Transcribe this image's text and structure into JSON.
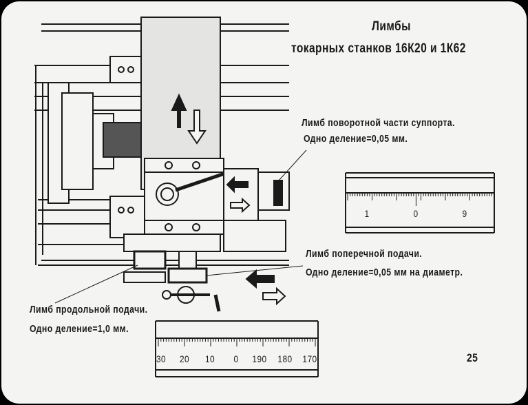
{
  "title": {
    "line1": "Лимбы",
    "line2": "токарных  станков 16К20 и 1К62"
  },
  "labels": {
    "rotary": {
      "name": "Лимб поворотной части суппорта.",
      "division": "Одно деление=0,05 мм."
    },
    "cross": {
      "name": "Лимб поперечной подачи.",
      "division": "Одно деление=0,05 мм на диаметр."
    },
    "longitudinal": {
      "name": "Лимб продольной подачи.",
      "division": "Одно деление=1,0 мм."
    }
  },
  "scale_rotary": {
    "ticks": [
      "1",
      "0",
      "9"
    ]
  },
  "scale_longitudinal": {
    "ticks": [
      "30",
      "20",
      "10",
      "0",
      "190",
      "180",
      "170"
    ]
  },
  "page_number": "25",
  "colors": {
    "ink": "#1a1a1a",
    "paper": "#f4f4f2"
  }
}
